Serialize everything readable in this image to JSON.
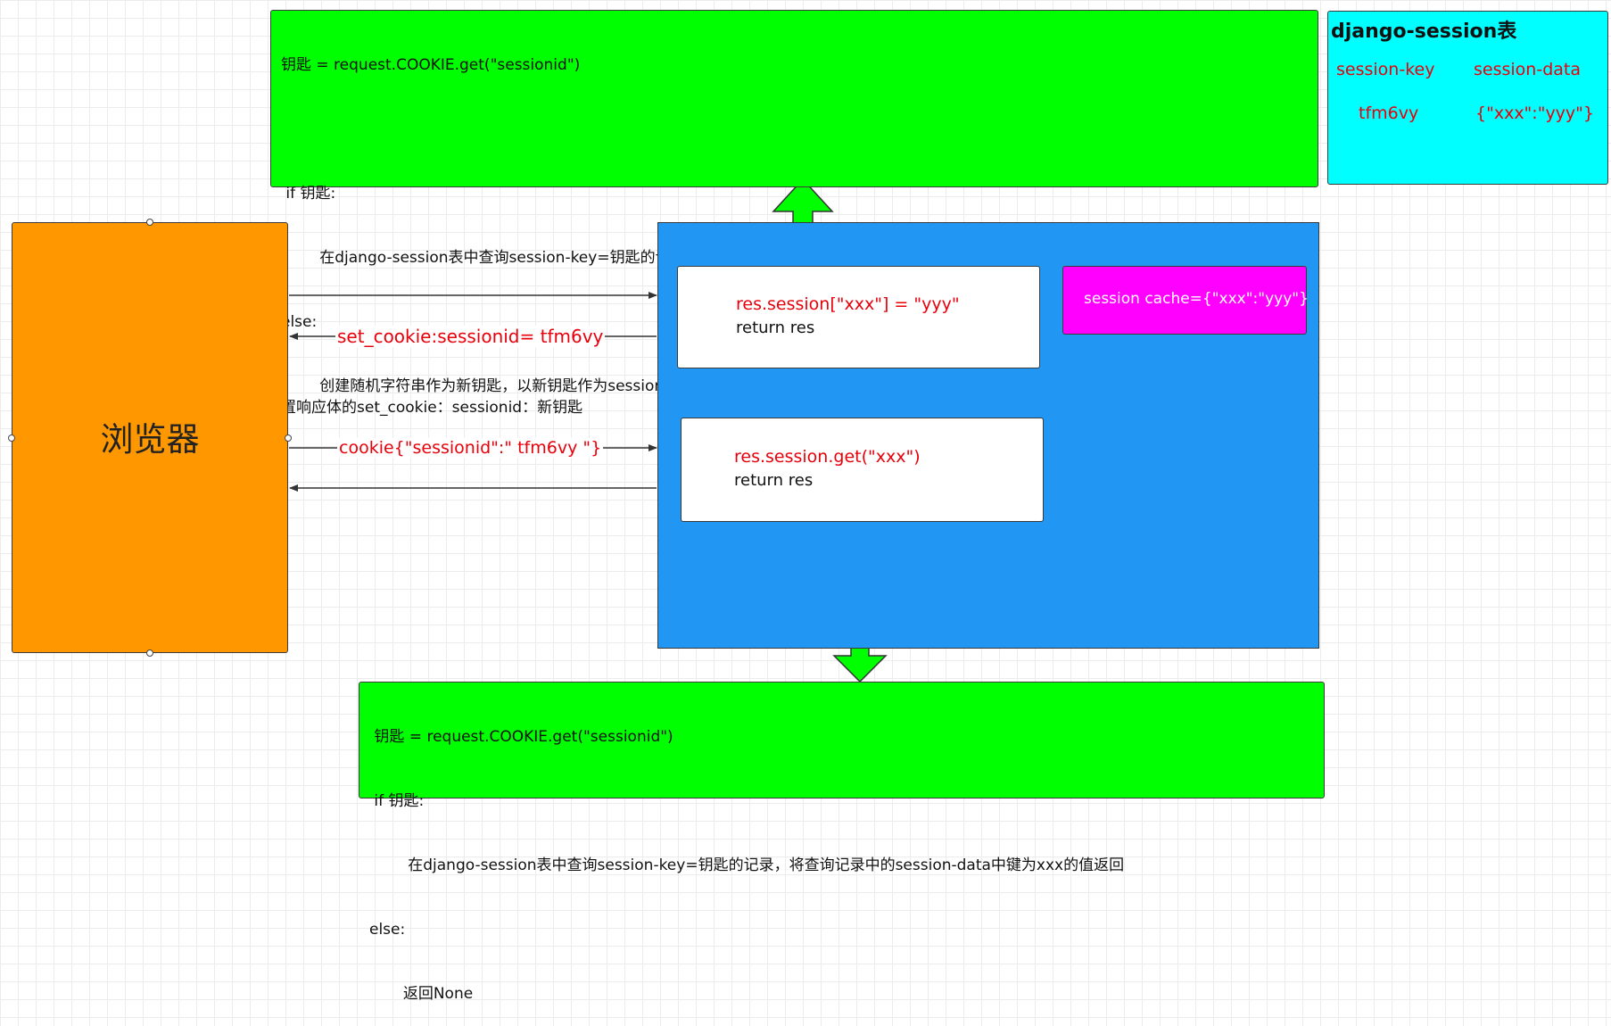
{
  "top_box": {
    "lines": [
      "钥匙 = request.COOKIE.get(\"sessionid\")",
      "",
      " if 钥匙:",
      "        在django-session表中查询session-key=钥匙的记录，将_session_cache更新该记录的session-data",
      "else:",
      "        创建随机字符串作为新钥匙，以新钥匙作为session-key，_session_cache作为session-data添加一条记录；并且并将新钥匙返回给客户端，即设置响应体的set_cookie：sessionid：新钥匙"
    ]
  },
  "bottom_box": {
    "lines": [
      " 钥匙 = request.COOKIE.get(\"sessionid\")",
      " if 钥匙:",
      "        在django-session表中查询session-key=钥匙的记录，将查询记录中的session-data中键为xxx的值返回",
      "else:",
      "       返回None"
    ]
  },
  "table": {
    "title": "django-session表",
    "headers": [
      "session-key",
      "session-data"
    ],
    "row": [
      "tfm6vy",
      "{\"xxx\":\"yyy\"}"
    ]
  },
  "browser": {
    "label": "浏览器"
  },
  "set_box": {
    "line1": "res.session[\"xxx\"] = \"yyy\"",
    "line2": "return res"
  },
  "get_box": {
    "line1": "res.session.get(\"xxx\")",
    "line2": " return res"
  },
  "cache_box": {
    "label": "session cache={\"xxx\":\"yyy\"}"
  },
  "arrows": {
    "set_cookie_label": "set_cookie:sessionid= tfm6vy",
    "cookie_label": "cookie{\"sessionid\":\" tfm6vy \"}"
  },
  "colors": {
    "green": "#00ff00",
    "orange": "#ff9800",
    "blue": "#2196f3",
    "cyan": "#00ffff",
    "magenta": "#ff00ff",
    "red_text": "#e8000b"
  }
}
